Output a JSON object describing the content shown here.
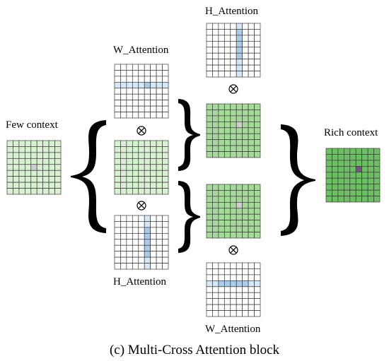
{
  "labels": {
    "few_context": "Few context",
    "rich_context": "Rich context",
    "w_attention_top": "W_Attention",
    "h_attention_bottom_left": "H_Attention",
    "h_attention_top": "H_Attention",
    "w_attention_bottom": "W_Attention",
    "caption": "(c) Multi-Cross Attention block"
  },
  "symbols": {
    "multiply": "⊗"
  },
  "colors": {
    "grid_line": "#3a3a3a",
    "light_green": "#d9f0d3",
    "mid_green": "#a6d99a",
    "dark_green": "#6cbf62",
    "light_blue": "#d6e8f7",
    "mid_blue": "#a8cdec",
    "light_gray": "#cfcfcf",
    "dark_purple": "#6f5a7e",
    "white": "#ffffff",
    "bracket": "#000000"
  },
  "grid_size": 9
}
